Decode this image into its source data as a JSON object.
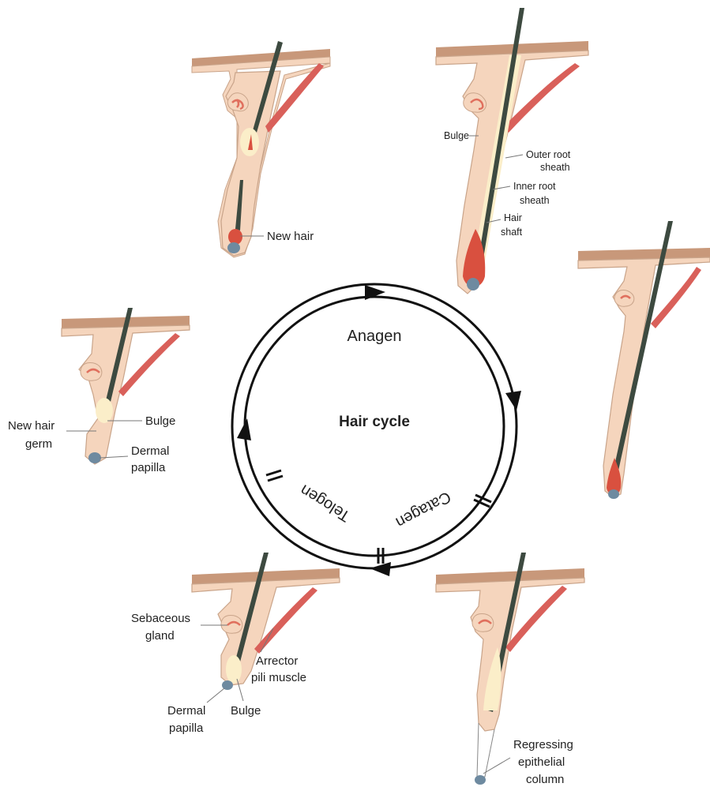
{
  "center_title": "Hair cycle",
  "phases": {
    "anagen": "Anagen",
    "catagen": "Catagen",
    "telogen": "Telogen"
  },
  "labels": {
    "new_hair": "New hair",
    "bulge": "Bulge",
    "outer_root_sheath": [
      "Outer root",
      "sheath"
    ],
    "inner_root_sheath": [
      "Inner root",
      "sheath"
    ],
    "hair_shaft": [
      "Hair",
      "shaft"
    ],
    "new_hair_germ": [
      "New hair",
      "germ"
    ],
    "dermal_papilla": [
      "Dermal",
      "papilla"
    ],
    "sebaceous_gland": [
      "Sebaceous",
      "gland"
    ],
    "arrector_pili_muscle": [
      "Arrector",
      "pili muscle"
    ],
    "regressing_epithelial_column": [
      "Regressing",
      "epithelial",
      "column"
    ]
  },
  "colors": {
    "skin": "#c8987a",
    "tissue": "#f5d5bd",
    "tissue_outline": "#c9a48a",
    "muscle": "#d9605a",
    "gland": "#e0705e",
    "shaft": "#3d4a40",
    "bulb_red": "#d9503f",
    "papilla": "#6e8aa0",
    "cream": "#fbeec9",
    "cycle": "#111111"
  }
}
